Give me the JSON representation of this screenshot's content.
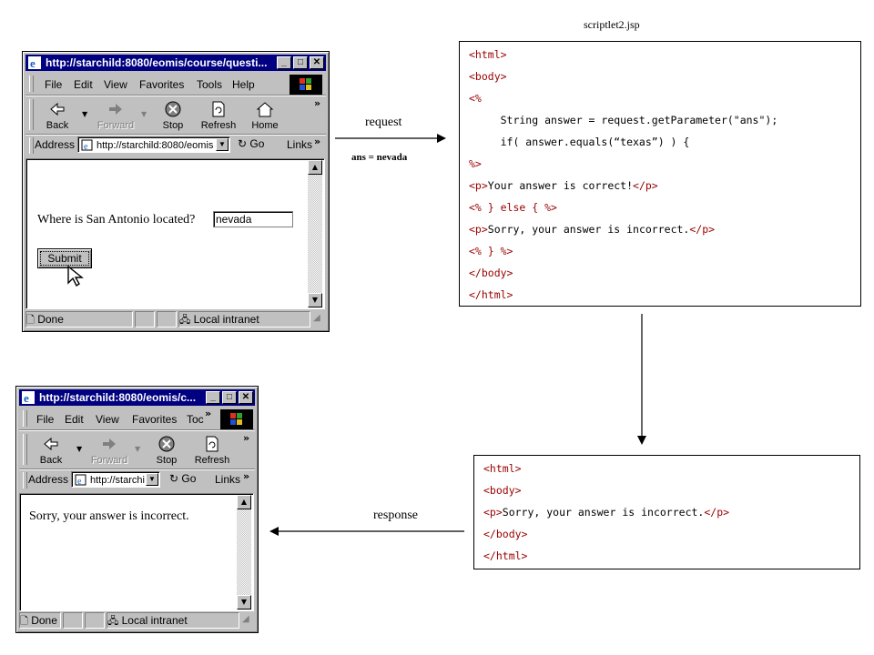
{
  "diagram": {
    "jsp_filename": "scriptlet2.jsp",
    "request_label": "request",
    "request_param": "ans = nevada",
    "response_label": "response"
  },
  "browser_request": {
    "title": "http://starchild:8080/eomis/course/questi...",
    "menu": [
      "File",
      "Edit",
      "View",
      "Favorites",
      "Tools",
      "Help"
    ],
    "toolbar": {
      "back": "Back",
      "forward": "Forward",
      "stop": "Stop",
      "refresh": "Refresh",
      "home": "Home"
    },
    "address_label": "Address",
    "address_value": "http://starchild:8080/eomis",
    "go": "Go",
    "links": "Links",
    "question": "Where is San Antonio located?",
    "answer_value": "nevada",
    "submit": "Submit",
    "status_done": "Done",
    "status_zone": "Local intranet"
  },
  "browser_response": {
    "title": "http://starchild:8080/eomis/c...",
    "menu": [
      "File",
      "Edit",
      "View",
      "Favorites",
      "Toc"
    ],
    "toolbar": {
      "back": "Back",
      "forward": "Forward",
      "stop": "Stop",
      "refresh": "Refresh"
    },
    "address_label": "Address",
    "address_value": "http://starchi",
    "go": "Go",
    "links": "Links",
    "message": "Sorry, your answer is incorrect.",
    "status_done": "Done",
    "status_zone": "Local intranet"
  },
  "jsp_source": [
    {
      "tag": "<html>",
      "text": ""
    },
    {
      "tag": "<body>",
      "text": ""
    },
    {
      "tag": "<%",
      "text": ""
    },
    {
      "tag": "",
      "text": "     String answer = request.getParameter(\"ans\");"
    },
    {
      "tag": "",
      "text": "     if( answer.equals(“texas”) ) {"
    },
    {
      "tag": "%>",
      "text": ""
    },
    {
      "tag": "<p>",
      "text": "Your answer is correct!",
      "close": "</p>"
    },
    {
      "tag": "<% } else { %>",
      "text": ""
    },
    {
      "tag": "<p>",
      "text": "Sorry, your answer is incorrect.",
      "close": "</p>"
    },
    {
      "tag": "<% } %>",
      "text": ""
    },
    {
      "tag": "</body>",
      "text": ""
    },
    {
      "tag": "</html>",
      "text": ""
    }
  ],
  "html_output": [
    {
      "tag": "<html>",
      "text": ""
    },
    {
      "tag": "<body>",
      "text": ""
    },
    {
      "tag": "<p>",
      "text": "Sorry, your answer is incorrect.",
      "close": "</p>"
    },
    {
      "tag": "</body>",
      "text": ""
    },
    {
      "tag": "</html>",
      "text": ""
    }
  ],
  "colors": {
    "tag": "#990000",
    "titlebar": "#000080",
    "chrome": "#c0c0c0"
  }
}
